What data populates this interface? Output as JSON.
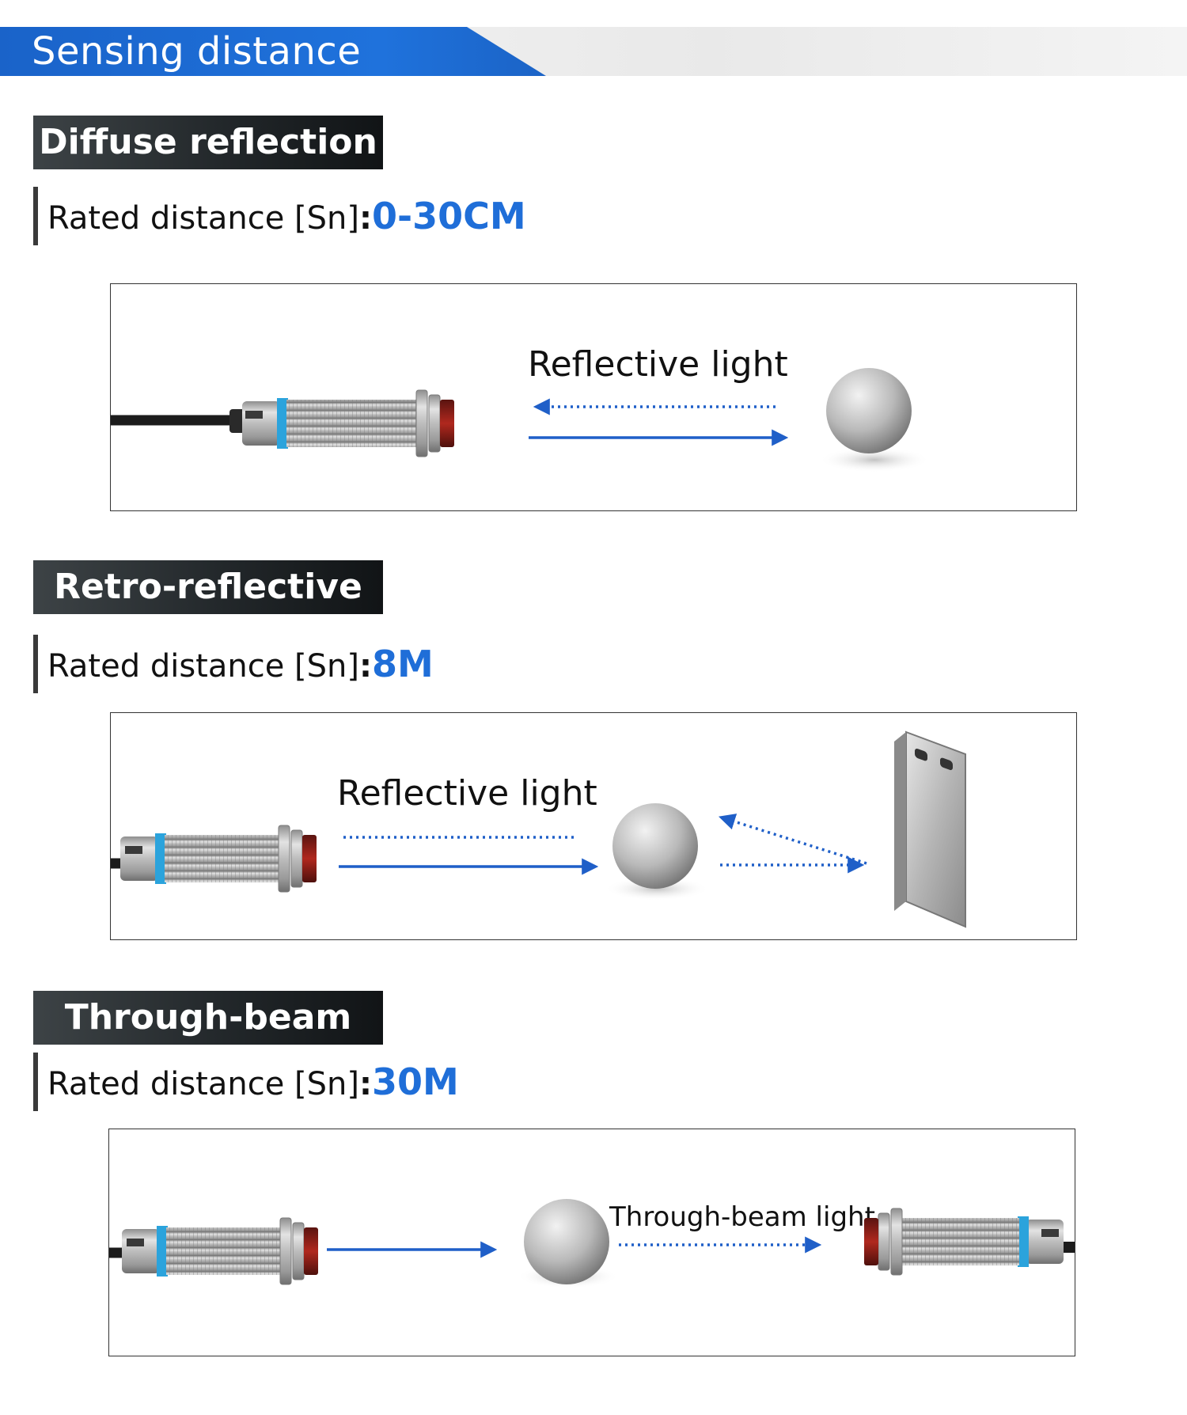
{
  "page_title": "Sensing distance",
  "sections": [
    {
      "label": "Diffuse reflection",
      "rated_text": "Rated distance [Sn]",
      "colon": ":",
      "rated_value": "0-30CM",
      "diagram_label": "Reflective light"
    },
    {
      "label": "Retro-reflective",
      "rated_text": "Rated distance [Sn]",
      "colon": ":",
      "rated_value": "8M",
      "diagram_label": "Reflective light"
    },
    {
      "label": "Through-beam",
      "rated_text": "Rated distance [Sn]",
      "colon": ":",
      "rated_value": "30M",
      "diagram_label": "Through-beam light"
    }
  ],
  "colors": {
    "accent_blue": "#1f6ed8",
    "arrow_blue": "#1f5fc8",
    "label_dark": "#22272a",
    "sensor_band": "#2ba3dc",
    "sensor_lens": "#8a1b12"
  }
}
